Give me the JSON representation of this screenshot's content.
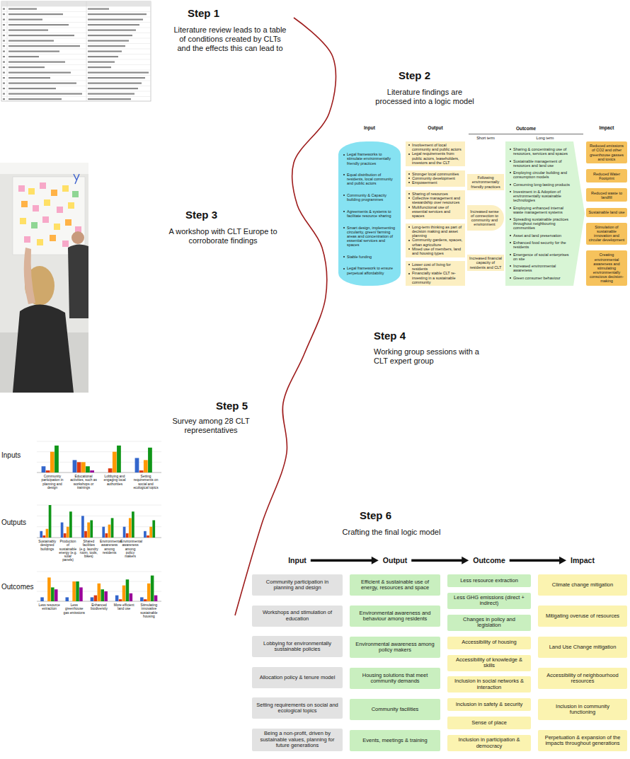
{
  "diagram": {
    "nodes": [
      {
        "text": [
          "Legal frameworks to stimulate environmentally friendly practices",
          "Equal distribution of residents, local community and public actors",
          "Community & Capacity building programmes",
          "Agreements & systems to facilitate resource sharing",
          "Smart design, implementing circularity, green/ farming areas and concentration of essential services and spaces",
          "Stable funding",
          "Legal framework to ensure perpetual affordability"
        ]
      },
      {
        "text": [
          "Involvement of local community and public actors",
          "Legal requirements from public actors, leaseholders, investors and the CLT"
        ]
      },
      {
        "text": [
          "Stronger local communities",
          "Community development",
          "Empowerment"
        ]
      },
      {
        "text": [
          "Sharing of resources",
          "Collective management and stewardship over resources",
          "Multifunctional use of essential services and spaces"
        ]
      },
      {
        "text": [
          "Long-term thinking as part of decision making and asset planning",
          "Community gardens, spaces, urban agriculture",
          "Mixed use of members, land and housing types"
        ]
      },
      {
        "text": [
          "Lower cost of living for residents",
          "Financially stable CLT re-investing in a sustainable community"
        ]
      },
      {
        "text": [
          "Following environmentally friendly practices"
        ]
      },
      {
        "text": [
          "Increased sense of connection to community and environment"
        ]
      },
      {
        "text": [
          "Increased financial capacity of residents and CLT"
        ]
      },
      {
        "text": [
          "Sharing & concentrating use of resources, services and spaces",
          "Sustainable management of resources and land use",
          "Employing circular building and consumption models",
          "Consuming long-lasting products",
          "Investment in & Adoption of environmentally sustainable technologies",
          "Employing enhanced internal waste management systems",
          "Spreading sustainable practices throughout neighbouring communities",
          "Asset and land preservation",
          "Enhanced food security for the residents",
          "Emergence of social enterprises on site",
          "Increased environmental awareness",
          "Green consumer behaviour"
        ]
      },
      {
        "text": [
          "Reduced emissions of CO2 and other greenhouse gasses and toxics"
        ]
      },
      {
        "text": [
          "Reduced Water Footprint"
        ]
      },
      {
        "text": [
          "Reduced waste to landfill"
        ]
      },
      {
        "text": [
          "Sustainable land use"
        ]
      },
      {
        "text": [
          "Stimulation of sustainable innovation and circular development"
        ]
      },
      {
        "text": [
          "Creating environmental awareness and stimulating environmentally conscious decision-making"
        ]
      },
      {
        "text": [
          "Community participation in planning and design"
        ]
      },
      {
        "text": [
          "Workshops and stimulation of education"
        ]
      },
      {
        "text": [
          "Lobbying for environmentally sustainable policies"
        ]
      },
      {
        "text": [
          "Allocation policy & tenure model"
        ]
      },
      {
        "text": [
          "Setting requirements on social and ecological topics"
        ]
      },
      {
        "text": [
          "Being a non-profit, driven by sustainable values, planning for future generations"
        ]
      },
      {
        "text": [
          "Efficient & sustainable use of energy, resources and space"
        ]
      },
      {
        "text": [
          "Environmental awareness and behaviour among residents"
        ]
      },
      {
        "text": [
          "Environmental awareness among policy makers"
        ]
      },
      {
        "text": [
          "Housing solutions that meet community demands"
        ]
      },
      {
        "text": [
          "Community facilities"
        ]
      },
      {
        "text": [
          "Events, meetings & training"
        ]
      },
      {
        "text": [
          "Less resource extraction"
        ]
      },
      {
        "text": [
          "Less GHG emissions (direct + indirect)"
        ]
      },
      {
        "text": [
          "Changes in policy and legislation"
        ]
      },
      {
        "text": [
          "Accessibility of housing"
        ]
      },
      {
        "text": [
          "Accessibility of knowledge & skills"
        ]
      },
      {
        "text": [
          "Inclusion in social networks & interaction"
        ]
      },
      {
        "text": [
          "Inclusion in safety & security"
        ]
      },
      {
        "text": [
          "Sense of place"
        ]
      },
      {
        "text": [
          "Inclusion in participation & democracy"
        ]
      },
      {
        "text": [
          "Climate change mitigation"
        ]
      },
      {
        "text": [
          "Mitigating overuse of resources"
        ]
      },
      {
        "text": [
          "Land Use Change mitigation"
        ]
      },
      {
        "text": [
          "Accessibility of neighbourhood resources"
        ]
      },
      {
        "text": [
          "Inclusion in community functioning"
        ]
      },
      {
        "text": [
          "Perpetuation & expansion of the impacts throughout generations"
        ]
      }
    ],
    "labels": [
      "Step 1",
      "Literature review leads to a table of conditions created by CLTs and the effects this can lead to",
      "Step 2",
      "Literature findings are processed into a logic model",
      "Input",
      "Output",
      "Outcome",
      "Short term",
      "Long term",
      "Impact",
      "Step 3",
      "A workshop with CLT Europe to corroborate findings",
      "Step 4",
      "Working group sessions with a CLT expert group",
      "Step 5",
      "Survey among 28 CLT representatives",
      "Inputs",
      "Community participation in planning and design",
      "Educational activities, such as workshops or trainings",
      "Lobbying and engaging local authorities",
      "Setting requirements on social and ecological topics",
      "Outputs",
      "Sustainably designed buildings",
      "Production of sustainable energy (e.g. solar panels)",
      "Shared facilities (e.g. laundry room, tools, bikes)",
      "Environmental awareness among residents",
      "Environmental awareness among policy makers",
      "Outcomes",
      "Less resource extraction",
      "Less greenhouse gas emissions",
      "Enhanced biodiversity",
      "More efficient land use",
      "Stimulating innovative sustainable housing",
      "Step 6",
      "Crafting the final logic model",
      "Input",
      "Output",
      "Outcome",
      "Impact"
    ]
  }
}
